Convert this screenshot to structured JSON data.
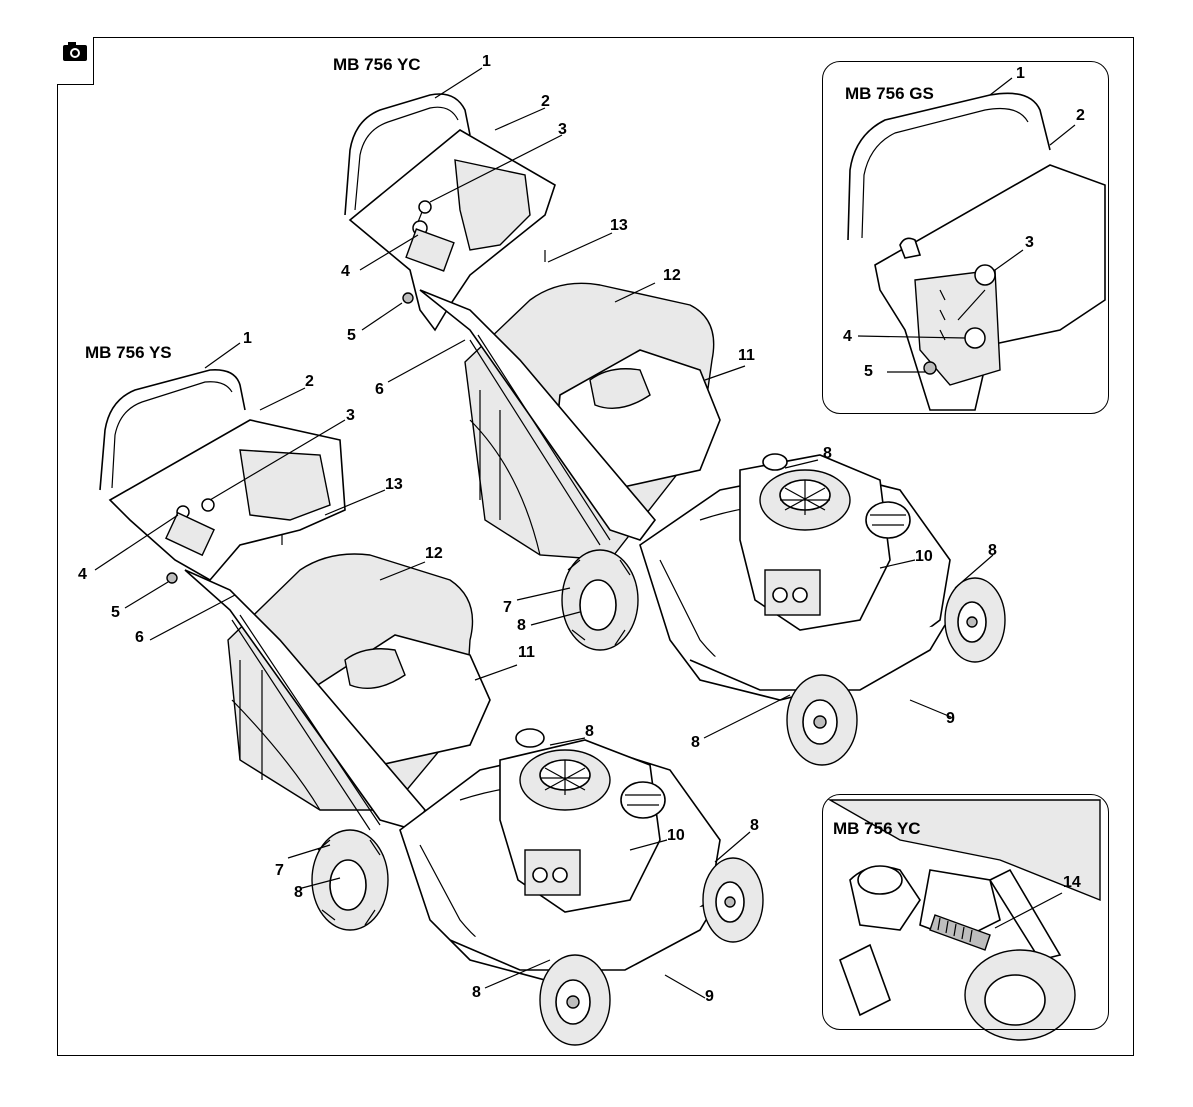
{
  "models": {
    "yc_main": "MB 756 YC",
    "ys_main": "MB 756 YS",
    "gs_inset": "MB 756 GS",
    "yc_inset": "MB 756 YC"
  },
  "callouts_yc": [
    "1",
    "2",
    "3",
    "13",
    "12",
    "4",
    "5",
    "6",
    "11",
    "8",
    "10",
    "8",
    "7",
    "8",
    "8",
    "9"
  ],
  "callouts_ys": [
    "1",
    "2",
    "3",
    "13",
    "4",
    "5",
    "6",
    "12",
    "11",
    "8",
    "10",
    "8",
    "7",
    "8",
    "8",
    "9"
  ],
  "callouts_gs": [
    "1",
    "2",
    "3",
    "4",
    "5"
  ],
  "callouts_yc_inset": [
    "14"
  ],
  "icons": {
    "header": "camera-icon"
  }
}
